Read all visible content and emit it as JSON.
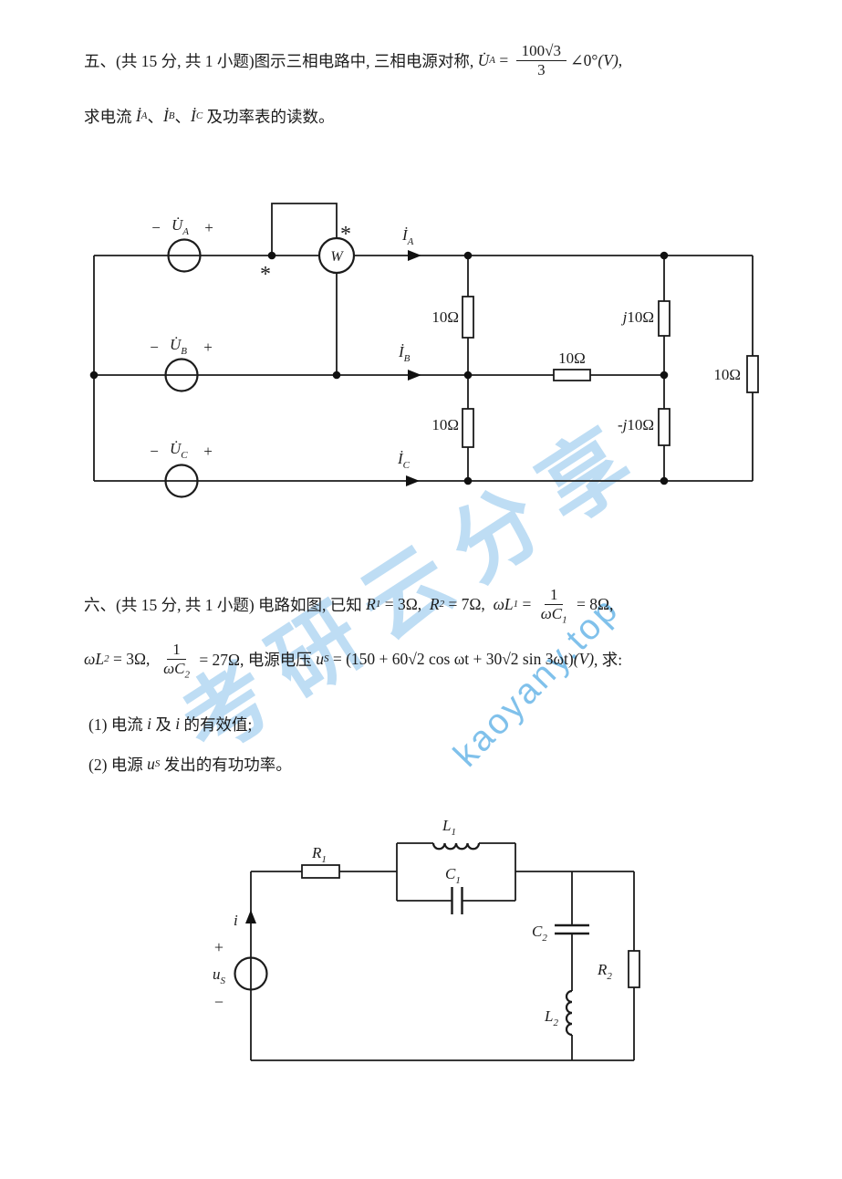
{
  "colors": {
    "ink": "#1c1c1c",
    "watermark_cn": "#88c1eb",
    "watermark_en": "#60b2e6",
    "paper": "#ffffff"
  },
  "watermark": {
    "cn": "考研云分享",
    "en": "kaoyany.top"
  },
  "problem5": {
    "heading_prefix": "五、(共 15 分, 共 1 小题)图示三相电路中, 三相电源对称, ",
    "u_symbol": "U̇",
    "u_sub": "A",
    "eq": " = ",
    "frac_num": "100√3",
    "frac_den": "3",
    "angle": "∠0°",
    "unit": "(V)",
    "comma": ",",
    "line2_prefix": "求电流 ",
    "i_symbol": "İ",
    "i_sub_a": "A",
    "i_sub_b": "B",
    "i_sub_c": "C",
    "sep": "、",
    "line2_suffix": " 及功率表的读数。"
  },
  "circuit1": {
    "sources": [
      {
        "minus": "−",
        "symbol": "U̇",
        "sub": "A",
        "plus": "+"
      },
      {
        "minus": "−",
        "symbol": "U̇",
        "sub": "B",
        "plus": "+"
      },
      {
        "minus": "−",
        "symbol": "U̇",
        "sub": "C",
        "plus": "+"
      }
    ],
    "wattmeter": {
      "label": "W",
      "star1": "*",
      "star2": "*"
    },
    "currents": [
      {
        "symbol": "İ",
        "sub": "A"
      },
      {
        "symbol": "İ",
        "sub": "B"
      },
      {
        "symbol": "İ",
        "sub": "C"
      }
    ],
    "impedances": {
      "z1": {
        "prefix": "",
        "value": "10Ω"
      },
      "z2": {
        "prefix": "j",
        "value": "10Ω"
      },
      "z3": {
        "prefix": "",
        "value": "10Ω"
      },
      "z4": {
        "prefix": "",
        "value": "10Ω"
      },
      "z5": {
        "prefix": "-j",
        "value": "10Ω"
      },
      "z6": {
        "prefix": "",
        "value": "10Ω"
      }
    }
  },
  "problem6": {
    "heading_prefix": "六、(共 15 分, 共 1 小题) 电路如图, 已知 ",
    "r1_sym": "R",
    "r1_sub": "1",
    "r1_val": " = 3Ω,  ",
    "r2_sym": "R",
    "r2_sub": "2",
    "r2_val": " = 7Ω,  ",
    "wl1_sym": "ωL",
    "wl1_sub": "1",
    "wl1_eq": " = ",
    "frac1_num": "1",
    "frac1_den_sym": "ωC",
    "frac1_den_sub": "1",
    "line1_tail": " = 8Ω,",
    "wl2_sym": "ωL",
    "wl2_sub": "2",
    "wl2_val": " = 3Ω,  ",
    "frac2_num": "1",
    "frac2_den_sym": "ωC",
    "frac2_den_sub": "2",
    "line2_mid": " = 27Ω, 电源电压 ",
    "us_sym": "u",
    "us_sub": "S",
    "us_eq": " = ",
    "expr": "(150 + 60√2 cos ωt + 30√2 sin 3ωt)",
    "unit": "(V)",
    "line2_tail": ", 求:",
    "item1_pre": "(1) 电流 ",
    "item1_i1": "i",
    "item1_mid": " 及 ",
    "item1_i2": "i",
    "item1_suf": " 的有效值;",
    "item2_pre": "(2) 电源 ",
    "item2_u": "u",
    "item2_usub": "S",
    "item2_suf": " 发出的有功功率。"
  },
  "circuit2": {
    "labels": {
      "r1_sym": "R",
      "r1_sub": "1",
      "l1_sym": "L",
      "l1_sub": "1",
      "c1_sym": "C",
      "c1_sub": "1",
      "c2_sym": "C",
      "c2_sub": "2",
      "l2_sym": "L",
      "l2_sub": "2",
      "r2_sym": "R",
      "r2_sub": "2",
      "i": "i",
      "plus": "+",
      "us_sym": "u",
      "us_sub": "S",
      "minus": "−"
    }
  }
}
